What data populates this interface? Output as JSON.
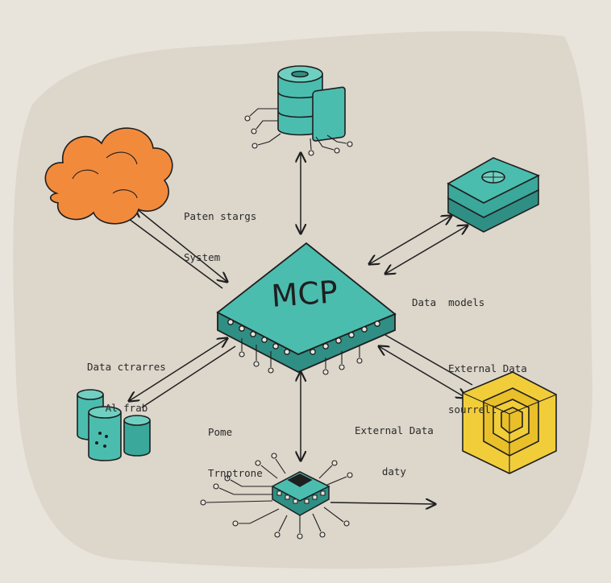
{
  "hub": {
    "label": "MCP"
  },
  "labels": {
    "cloud": [
      "Paten stargs",
      "System"
    ],
    "models": [
      "Data  models"
    ],
    "left": [
      "Data ctrarres",
      "Al frab"
    ],
    "tool": [
      "Pome",
      "Trnptrone"
    ],
    "ext_bottom": [
      "External Data",
      "daty"
    ],
    "ext_right": [
      "External Data",
      "sourrell"
    ]
  },
  "colors": {
    "background": "#e9e4db",
    "paper": "#dcd6cb",
    "teal": "#4bbdaf",
    "teal_dark": "#2f8f84",
    "orange": "#f28a3c",
    "yellow": "#f2cd3a",
    "ink": "#1f1f1f"
  }
}
